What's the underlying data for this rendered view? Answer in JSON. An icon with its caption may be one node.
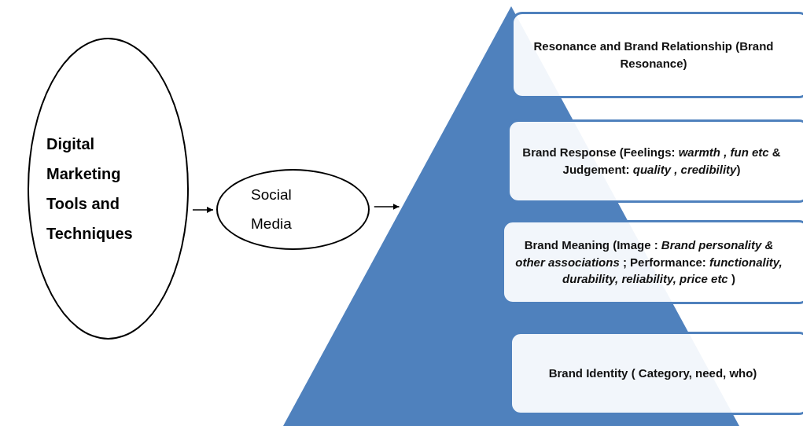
{
  "diagram": {
    "nodes": [
      {
        "text": [
          "Digital Marketing Tools and Techniques"
        ]
      },
      {
        "text": [
          "Social Media"
        ]
      },
      {
        "text": [],
        "shape": "triangle"
      },
      {
        "text": [
          "Resonance and Brand Relationship (Brand Resonance)"
        ]
      },
      {
        "text": [
          "Brand Response (Feelings: *warmth , fun etc* & Judgement: *quality , credibility*)"
        ]
      },
      {
        "text": [
          "Brand Meaning (Image : *Brand personality & other associations* ; Performance: *functionality, durability, reliability, price etc* )"
        ]
      },
      {
        "text": [
          "Brand Identity ( Category, need, who)"
        ]
      }
    ],
    "edges": [
      {
        "from": 0,
        "to": 1,
        "arrow": "to"
      },
      {
        "from": 1,
        "to": 2,
        "arrow": "to"
      }
    ]
  }
}
